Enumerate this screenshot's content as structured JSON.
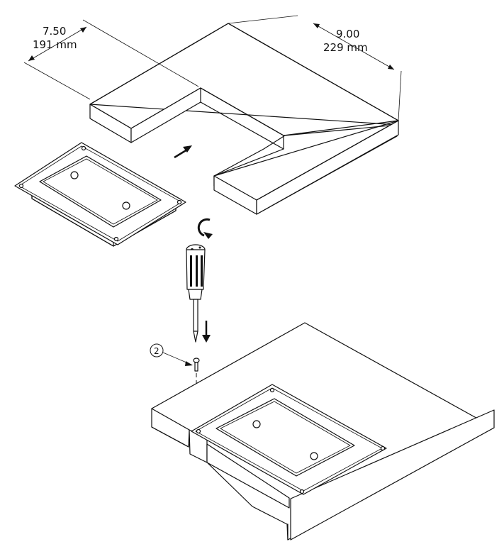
{
  "dimensions": {
    "width_in": "7.50",
    "width_mm": "191 mm",
    "depth_in": "9.00",
    "depth_mm": "229 mm"
  },
  "callout": {
    "number": "2"
  },
  "colors": {
    "line": "#111111",
    "background": "#ffffff"
  },
  "icons": {
    "direction_arrow": "arrow-icon",
    "rotation": "rotate-clockwise-icon",
    "drive_direction": "down-arrow-icon"
  }
}
